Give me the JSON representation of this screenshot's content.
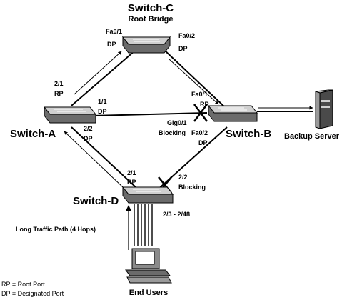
{
  "switches": {
    "c": {
      "name": "Switch-C",
      "role": "Root Bridge"
    },
    "a": {
      "name": "Switch-A"
    },
    "b": {
      "name": "Switch-B"
    },
    "d": {
      "name": "Switch-D"
    }
  },
  "server": {
    "label": "Backup Server"
  },
  "users": {
    "label": "End Users"
  },
  "ports": {
    "c_fa01": {
      "port": "Fa0/1",
      "role": "DP"
    },
    "c_fa02": {
      "port": "Fa0/2",
      "role": "DP"
    },
    "a_21": {
      "port": "2/1",
      "role": "RP"
    },
    "a_11": {
      "port": "1/1",
      "role": "DP"
    },
    "a_22": {
      "port": "2/2",
      "role": "DP"
    },
    "b_fa01": {
      "port": "Fa0/1",
      "role": "RP"
    },
    "b_gig01": {
      "port": "Gig0/1",
      "role": "Blocking"
    },
    "b_fa02": {
      "port": "Fa0/2",
      "role": "DP"
    },
    "d_21": {
      "port": "2/1",
      "role": "RP"
    },
    "d_22": {
      "port": "2/2",
      "role": "Blocking"
    },
    "d_range": {
      "port": "2/3 - 2/48"
    }
  },
  "traffic_path": {
    "label": "Long Traffic Path (4 Hops)"
  },
  "legend": [
    "RP = Root Port",
    "DP = Designated Port"
  ]
}
